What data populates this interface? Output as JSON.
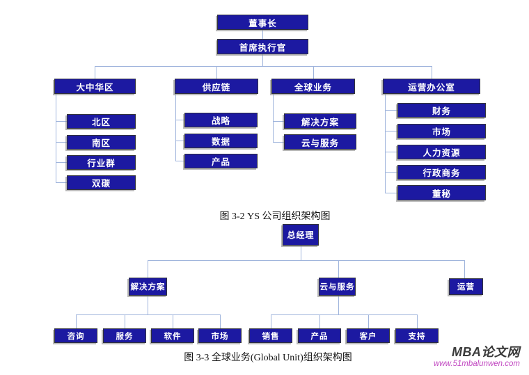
{
  "figure1": {
    "caption": "图 3-2 YS 公司组织架构图",
    "nodes": {
      "chairman": "董事长",
      "ceo": "首席执行官"
    },
    "branches": [
      {
        "label": "大中华区",
        "children": [
          "北区",
          "南区",
          "行业群",
          "双碳"
        ]
      },
      {
        "label": "供应链",
        "children": [
          "战略",
          "数据",
          "产品"
        ]
      },
      {
        "label": "全球业务",
        "children": [
          "解决方案",
          "云与服务"
        ]
      },
      {
        "label": "运营办公室",
        "children": [
          "财务",
          "市场",
          "人力资源",
          "行政商务",
          "董秘"
        ]
      }
    ]
  },
  "figure2": {
    "caption": "图 3-3 全球业务(Global Unit)组织架构图",
    "nodes": {
      "general_manager": "总经理"
    },
    "branches": [
      {
        "label": "解决方案",
        "children": [
          "咨询",
          "服务",
          "软件",
          "市场"
        ]
      },
      {
        "label": "云与服务",
        "children": [
          "销售",
          "产品",
          "客户",
          "支持"
        ]
      },
      {
        "label": "运营",
        "children": []
      }
    ]
  },
  "watermark": {
    "site_name": "MBA论文网",
    "site_url": "www.51mbalunwen.com"
  },
  "colors": {
    "page_bg": "#FFFFFF",
    "box_fill": "#1C19A1",
    "box_text": "#FFFFFF",
    "box_border": "#33343B",
    "connector": "#9FB4DC",
    "caption_text": "#111111",
    "watermark_name": "#3A3A3A",
    "watermark_url": "#C24AC2"
  }
}
